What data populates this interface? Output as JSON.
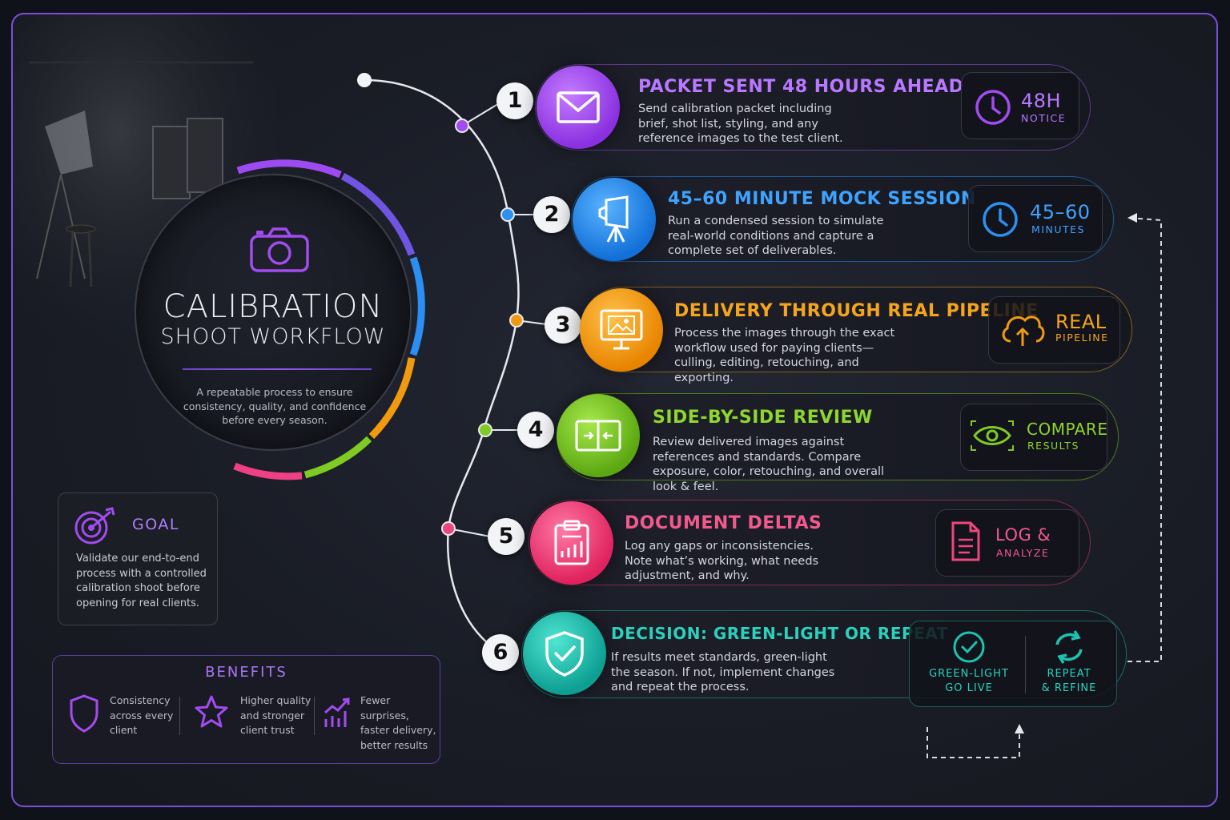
{
  "hub": {
    "title_line1": "CALIBRATION",
    "title_line2": "SHOOT WORKFLOW",
    "description": "A repeatable process to ensure consistency, quality, and confidence before every season.",
    "icon": "camera-icon"
  },
  "goal": {
    "title": "GOAL",
    "text": "Validate our end-to-end process with a controlled calibration shoot before opening for real clients.",
    "icon": "target-icon"
  },
  "benefits": {
    "title": "BENEFITS",
    "items": [
      {
        "text": "Consistency across every client",
        "icon": "shield-icon"
      },
      {
        "text": "Higher quality and stronger client trust",
        "icon": "star-icon"
      },
      {
        "text": "Fewer surprises, faster delivery, better results",
        "icon": "chart-growth-icon"
      }
    ]
  },
  "colors": {
    "step1": "#a24cf0",
    "step2": "#2d8ff0",
    "step3": "#f29a0f",
    "step4": "#7fcb23",
    "step5": "#f0467e",
    "step6": "#1cc3b0",
    "frame": "#7b4fd8"
  },
  "steps": [
    {
      "number": "1",
      "title": "PACKET SENT 48 HOURS AHEAD",
      "description": "Send calibration packet including brief, shot list, styling, and any reference images to the test client.",
      "icon": "envelope-icon",
      "badge_value": "48H",
      "badge_sub": "NOTICE",
      "badge_icon": "clock-icon"
    },
    {
      "number": "2",
      "title": "45–60 MINUTE MOCK SESSION",
      "description": "Run a condensed session to simulate real-world conditions and capture a complete set of deliverables.",
      "icon": "softbox-light-icon",
      "badge_value": "45–60",
      "badge_sub": "MINUTES",
      "badge_icon": "clock-icon"
    },
    {
      "number": "3",
      "title": "DELIVERY THROUGH REAL PIPELINE",
      "description": "Process the images through the exact workflow used for paying clients—culling, editing, retouching, and exporting.",
      "icon": "monitor-image-icon",
      "badge_value": "REAL",
      "badge_sub": "PIPELINE",
      "badge_icon": "cloud-upload-icon"
    },
    {
      "number": "4",
      "title": "SIDE-BY-SIDE REVIEW",
      "description": "Review delivered images against references and standards. Compare exposure, color, retouching, and overall look & feel.",
      "icon": "compare-panels-icon",
      "badge_value": "COMPARE",
      "badge_sub": "RESULTS",
      "badge_icon": "eye-icon"
    },
    {
      "number": "5",
      "title": "DOCUMENT DELTAS",
      "description": "Log any gaps or inconsistencies. Note what’s working, what needs adjustment, and why.",
      "icon": "clipboard-chart-icon",
      "badge_value": "LOG &",
      "badge_sub": "ANALYZE",
      "badge_icon": "document-icon"
    },
    {
      "number": "6",
      "title": "DECISION: GREEN-LIGHT OR REPEAT",
      "description": "If results meet standards, green-light the season. If not, implement changes and repeat the process.",
      "icon": "shield-check-icon",
      "option_a_line1": "GREEN-LIGHT",
      "option_a_line2": "GO LIVE",
      "option_a_icon": "check-circle-icon",
      "option_b_line1": "REPEAT",
      "option_b_line2": "& REFINE",
      "option_b_icon": "refresh-icon"
    }
  ]
}
